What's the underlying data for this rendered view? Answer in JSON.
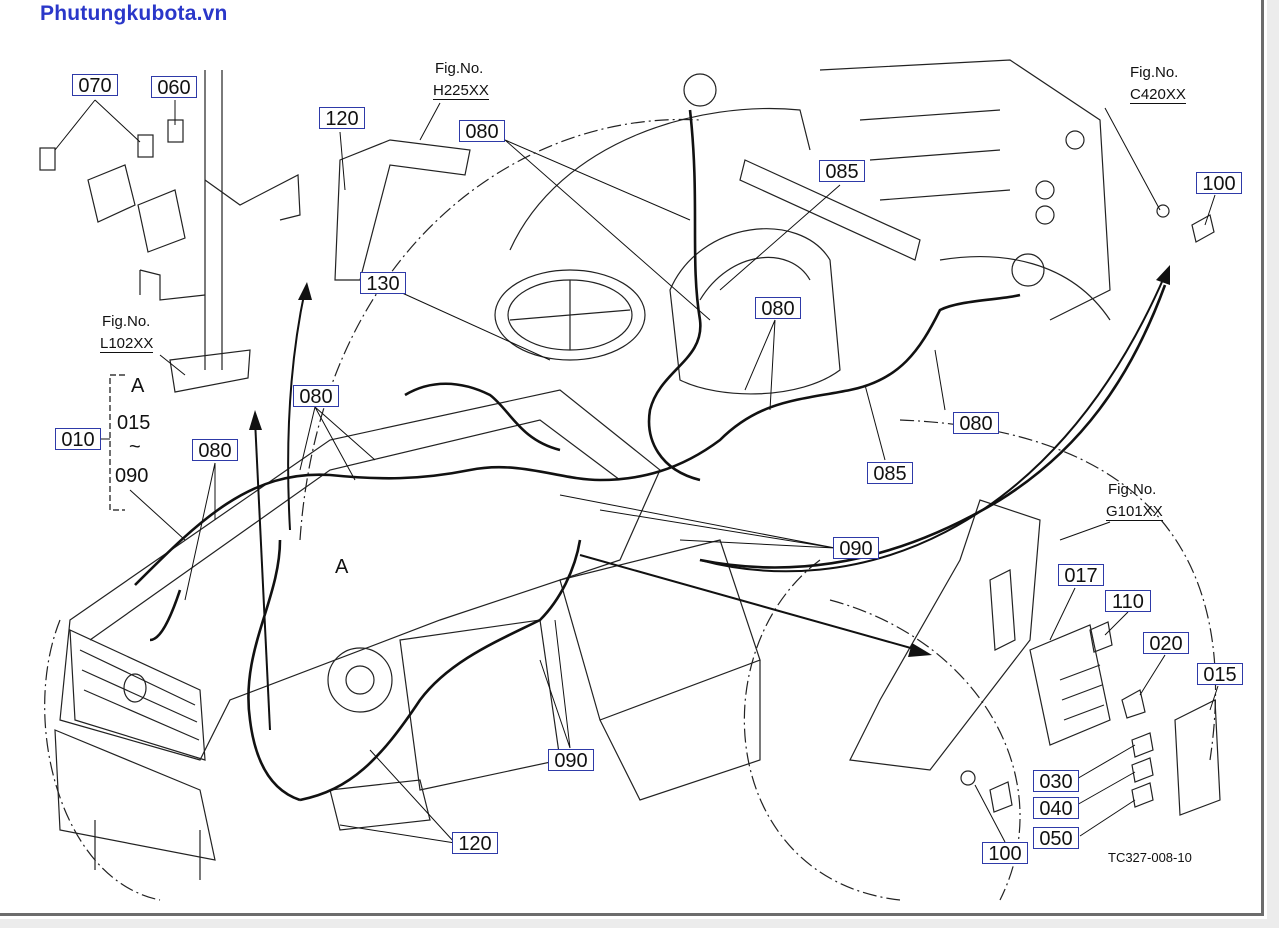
{
  "watermark": "Phutungkubota.vn",
  "figure_code": "TC327-008-10",
  "fig_refs": {
    "h225": {
      "title": "Fig.No.",
      "code": "H225XX"
    },
    "c420": {
      "title": "Fig.No.",
      "code": "C420XX"
    },
    "l102": {
      "title": "Fig.No.",
      "code": "L102XX"
    },
    "g101": {
      "title": "Fig.No.",
      "code": "G101XX"
    }
  },
  "group_bracket": {
    "top": "A",
    "middle": "015",
    "tilde": "~",
    "bottom": "090",
    "group_label": "010"
  },
  "detail_letter": "A",
  "part_labels": {
    "p070": "070",
    "p060": "060",
    "p120_top": "120",
    "p080_top": "080",
    "p085_top": "085",
    "p100_top": "100",
    "p130": "130",
    "p080_mid": "080",
    "p080_left": "080",
    "p080_left2": "080",
    "p080_right": "080",
    "p085_right": "085",
    "p090_right": "090",
    "p017": "017",
    "p110": "110",
    "p020": "020",
    "p015": "015",
    "p030": "030",
    "p040": "040",
    "p050": "050",
    "p090_bottom": "090",
    "p120_bottom": "120",
    "p100_bottom": "100"
  },
  "colors": {
    "label_border": "#2e3aa8",
    "watermark": "#2a37c9",
    "line": "#111111"
  }
}
